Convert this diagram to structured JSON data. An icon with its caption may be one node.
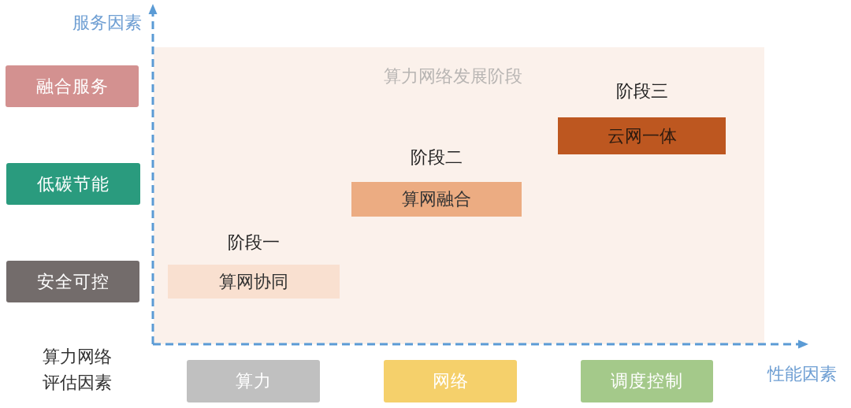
{
  "diagram": {
    "nodes": [
      {
        "text": [
          "算力网络发展阶段"
        ]
      },
      {
        "text": [
          "阶段一",
          "算网协同"
        ],
        "in": 0
      },
      {
        "text": [
          "阶段二",
          "算网融合"
        ],
        "in": 0
      },
      {
        "text": [
          "阶段三",
          "云网一体"
        ],
        "in": 0
      },
      {
        "text": [
          "融合服务"
        ]
      },
      {
        "text": [
          "低碳节能"
        ]
      },
      {
        "text": [
          "安全可控"
        ]
      },
      {
        "text": [
          "算力"
        ]
      },
      {
        "text": [
          "网络"
        ]
      },
      {
        "text": [
          "调度控制"
        ]
      }
    ],
    "labels": [
      "服务因素",
      "算力网络评估因素",
      "性能因素"
    ]
  }
}
